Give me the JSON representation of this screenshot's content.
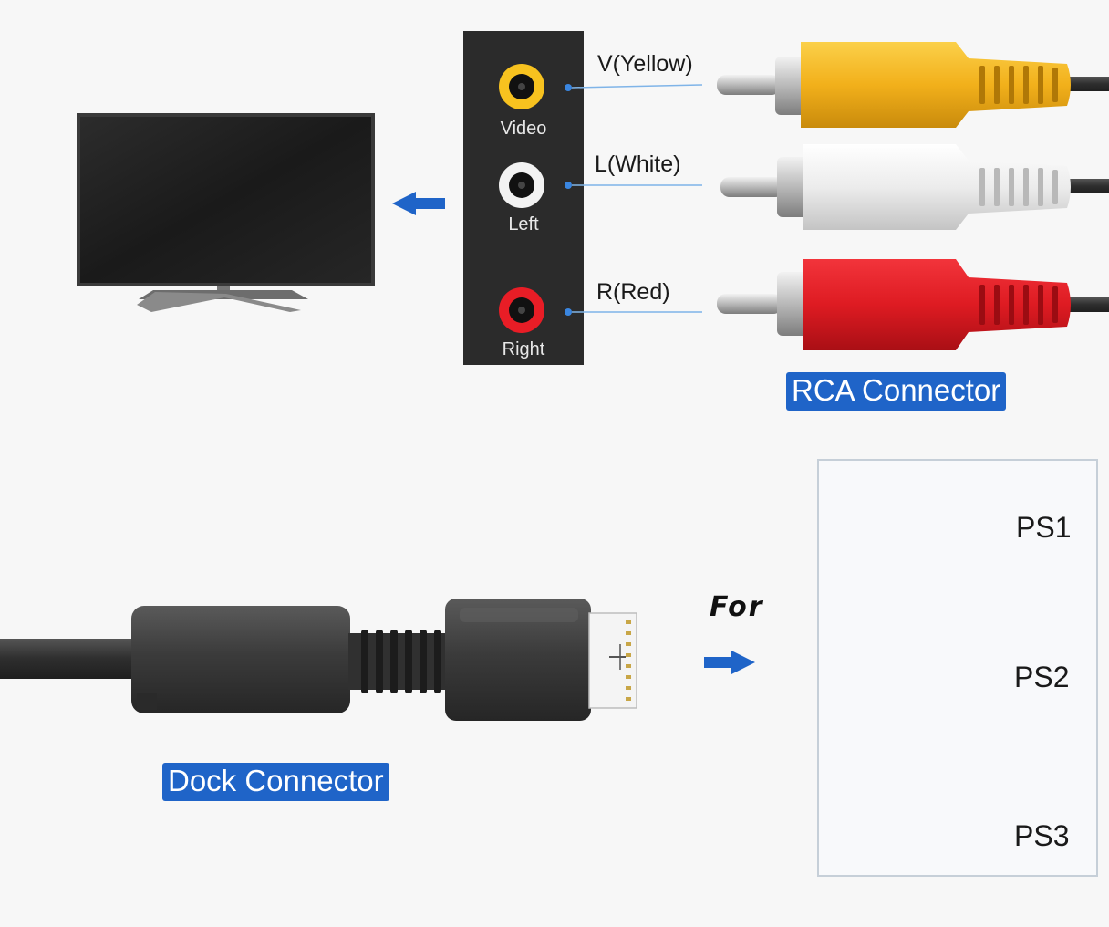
{
  "jacks": [
    {
      "name": "video",
      "panel_label": "Video",
      "callout": "V(Yellow)",
      "color": "#f4b61c"
    },
    {
      "name": "left",
      "panel_label": "Left",
      "callout": "L(White)",
      "color": "#f1f1f1"
    },
    {
      "name": "right",
      "panel_label": "Right",
      "callout": "R(Red)",
      "color": "#e41d26"
    }
  ],
  "rca_badge": "RCA Connector",
  "dock_badge": "Dock Connector",
  "for_label": "For",
  "consoles": [
    {
      "name": "ps1",
      "label": "PS1"
    },
    {
      "name": "ps2",
      "label": "PS2"
    },
    {
      "name": "ps3",
      "label": "PS3"
    }
  ],
  "colors": {
    "accent_blue": "#1f64c8",
    "panel": "#2b2b2b",
    "cable": "#3a3a3a",
    "background": "#f7f7f7"
  },
  "icons": [
    "tv-icon",
    "arrow-left-icon",
    "arrow-right-icon",
    "dock-connector-icon",
    "ps1-console-icon",
    "ps2-console-icon",
    "ps3-console-icon"
  ]
}
